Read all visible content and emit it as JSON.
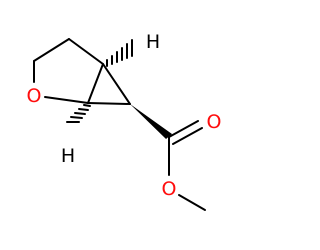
{
  "structure": {
    "atoms": [
      {
        "symbol": "O",
        "color": "#ff0d0d"
      },
      {
        "symbol": "H",
        "color": "#000000"
      },
      {
        "symbol": "H",
        "color": "#000000"
      },
      {
        "symbol": "O",
        "color": "#ff0d0d"
      },
      {
        "symbol": "O",
        "color": "#ff0d0d"
      }
    ]
  }
}
